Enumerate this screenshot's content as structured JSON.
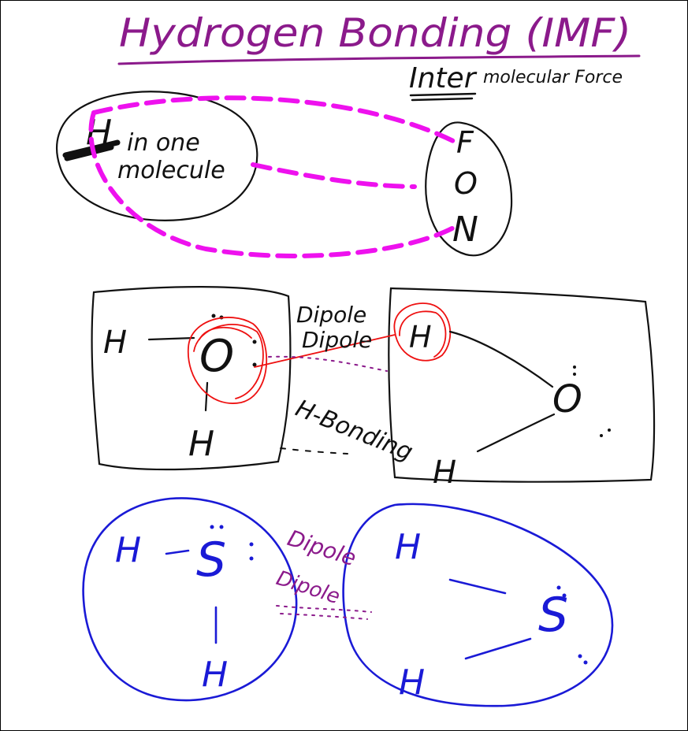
{
  "heading": {
    "title": "Hydrogen Bonding (IMF)",
    "subtitle_part1": "Inter",
    "subtitle_part2": "molecular Force",
    "color": "#8b1a8b"
  },
  "section1": {
    "h_label": "H",
    "text_line1": "in one",
    "text_line2": "molecule",
    "atoms": [
      "F",
      "O",
      "N"
    ],
    "dash_color": "#ee11ee"
  },
  "section2": {
    "left_molecule": {
      "h1": "H",
      "o": "O",
      "h2": "H"
    },
    "right_molecule": {
      "h1": "H",
      "o": "O",
      "h2": "H"
    },
    "label_dipole1": "Dipole",
    "label_dipole2": "Dipole",
    "label_hbond": "H-Bonding",
    "highlight_color": "#ee1111"
  },
  "section3": {
    "left_molecule": {
      "h1": "H",
      "s": "S",
      "h2": "H"
    },
    "right_molecule": {
      "h1": "H",
      "s": "S",
      "h2": "H"
    },
    "label_dipole1": "Dipole",
    "label_dipole2": "Dipole",
    "outline_color": "#1a1ad6"
  }
}
